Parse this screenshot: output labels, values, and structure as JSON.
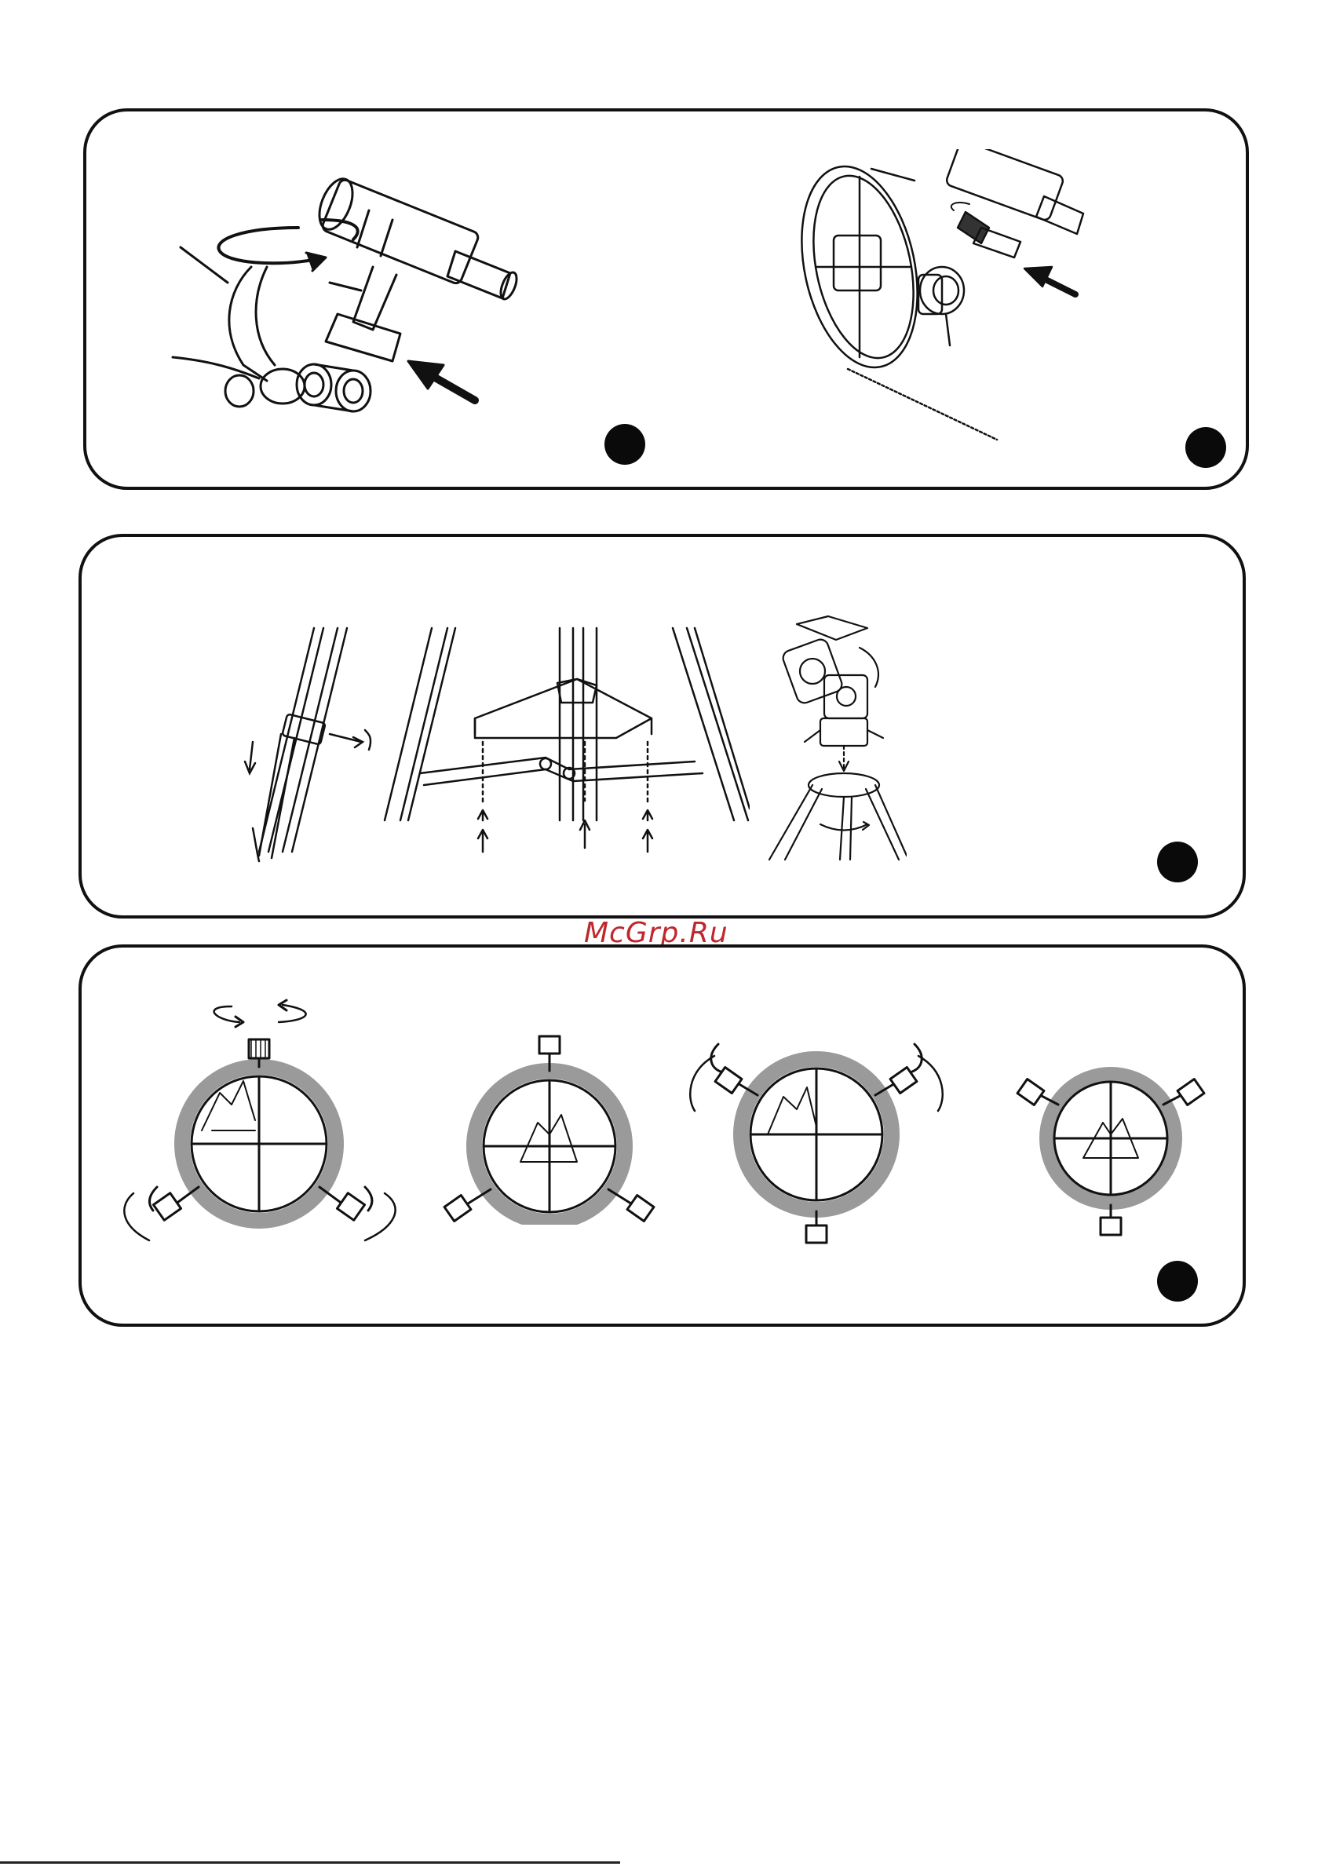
{
  "watermark": {
    "text": "McGrp.Ru",
    "color": "#c0272d"
  },
  "panels": [
    {
      "items": [
        {
          "icon": "finder-scope-bracket-mount-illustration"
        },
        {
          "icon": "finder-scope-on-reflector-illustration"
        }
      ]
    },
    {
      "items": [
        {
          "icon": "tripod-leg-extension-illustration"
        },
        {
          "icon": "tripod-accessory-tray-illustration"
        },
        {
          "icon": "equatorial-mount-on-tripod-illustration"
        }
      ]
    },
    {
      "items": [
        {
          "icon": "finder-reticle-adjust-step-1"
        },
        {
          "icon": "finder-reticle-centered-step-2"
        },
        {
          "icon": "finder-reticle-adjust-step-3"
        },
        {
          "icon": "finder-reticle-centered-step-4"
        }
      ]
    }
  ],
  "colors": {
    "frame": "#111111",
    "reticle_ring": "#9a9a9a"
  }
}
